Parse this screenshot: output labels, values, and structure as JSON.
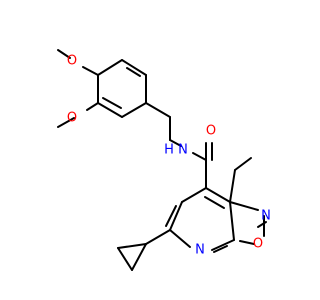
{
  "diagram": {
    "atoms": {
      "o_methoxy_top": "O",
      "o_methoxy_left": "O",
      "n_amide": "N",
      "h_amide": "H",
      "o_carbonyl": "O",
      "n_isoxazole": "N",
      "o_isoxazole": "O",
      "n_pyridine": "N"
    },
    "colors": {
      "bond": "#000000",
      "oxygen": "#ff0000",
      "nitrogen": "#0000ff"
    }
  }
}
